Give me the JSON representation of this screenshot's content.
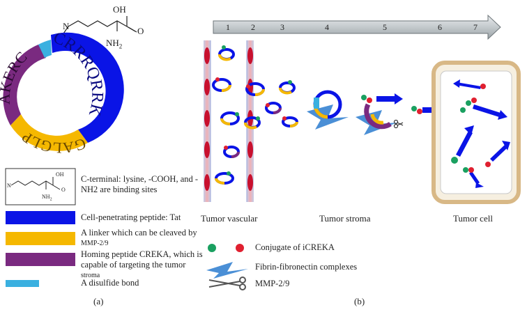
{
  "panel_a": {
    "molecule": {
      "n_label": "N",
      "oh_label": "OH",
      "o_label": "O",
      "nh2_label": "NH",
      "nh2_sub": "2"
    },
    "ring_segments": {
      "tat": "CRRRQRRKKR",
      "linker": "GALGLP",
      "homing": "AKERC"
    },
    "legend": {
      "lysine_text": "C-terminal: lysine, -COOH, and -NH2 are binding sites",
      "lysine_mini": {
        "oh": "OH",
        "o": "O",
        "nh2": "NH",
        "nh2_sub": "2",
        "n": "N"
      },
      "items": [
        {
          "label": "Cell-penetrating peptide: Tat"
        },
        {
          "label_line1": "A linker which can be cleaved by",
          "label_line2": "MMP-2/9"
        },
        {
          "label_line1": "Homing peptide CREKA, which is",
          "label_line2": "capable of targeting the tumor",
          "label_line3": "stroma"
        },
        {
          "label": "A disulfide bond"
        }
      ]
    },
    "caption": "(a)"
  },
  "panel_b": {
    "arrow_steps": [
      "1",
      "2",
      "3",
      "4",
      "5",
      "6",
      "7"
    ],
    "region_labels": {
      "vascular": "Tumor vascular",
      "stroma": "Tumor stroma",
      "cell": "Tumor cell"
    },
    "legend": {
      "conjugate": "Conjugate of iCREKA",
      "fibrin": "Fibrin-fibronectin complexes",
      "mmp": "MMP-2/9"
    },
    "caption": "(b)"
  },
  "colors": {
    "tat": "#0a14e6",
    "linker": "#f5b800",
    "homing": "#7a2a80",
    "disulfide": "#3ab0e0",
    "vessel": "#e8a0a0",
    "rbc": "#c8102e",
    "cell_border": "#d8b886",
    "cell_fill": "#f6efe0",
    "fibrin": "#4a8fd6",
    "green_star": "#1aa060",
    "red_star": "#e02030"
  }
}
